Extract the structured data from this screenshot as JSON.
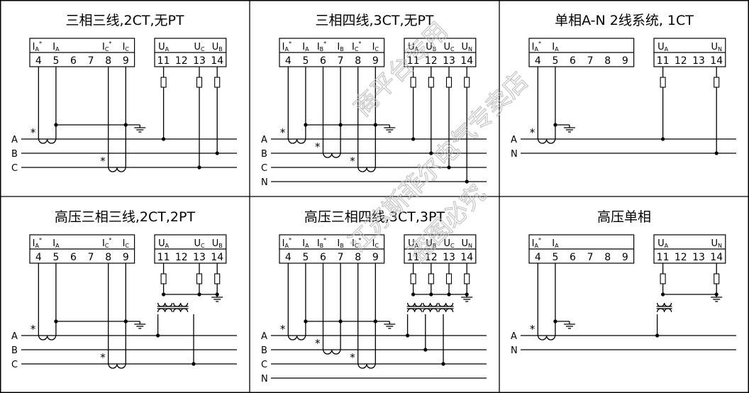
{
  "watermark": [
    "江苏斯菲尔电气专卖店",
    "商平台专用",
    "盗图必究"
  ],
  "panels": [
    {
      "title": "三相三线,2CT,无PT",
      "current_block": {
        "headers": [
          [
            "I",
            "A",
            "*"
          ],
          [
            "I",
            "A",
            ""
          ],
          [
            "",
            "",
            ""
          ],
          [
            "",
            "",
            ""
          ],
          [
            "I",
            "C",
            "*"
          ],
          [
            "I",
            "C",
            ""
          ]
        ],
        "terminals": [
          "4",
          "5",
          "6",
          "7",
          "8",
          "9"
        ]
      },
      "voltage_block": {
        "headers": [
          [
            "U",
            "A"
          ],
          [
            "",
            ""
          ],
          [
            "U",
            "C"
          ],
          [
            "U",
            "B"
          ]
        ],
        "terminals": [
          "11",
          "12",
          "13",
          "14"
        ]
      },
      "lines": [
        "A",
        "B",
        "C"
      ],
      "cts": [
        {
          "line": "A",
          "star": "*"
        },
        {
          "line": "C",
          "star": "*"
        }
      ]
    },
    {
      "title": "三相四线,3CT,无PT",
      "current_block": {
        "headers": [
          [
            "I",
            "A",
            "*"
          ],
          [
            "I",
            "A",
            ""
          ],
          [
            "I",
            "B",
            "*"
          ],
          [
            "I",
            "B",
            ""
          ],
          [
            "I",
            "C",
            "*"
          ],
          [
            "I",
            "C",
            ""
          ]
        ],
        "terminals": [
          "4",
          "5",
          "6",
          "7",
          "8",
          "9"
        ]
      },
      "voltage_block": {
        "headers": [
          [
            "U",
            "A"
          ],
          [
            "U",
            "B"
          ],
          [
            "U",
            "C"
          ],
          [
            "U",
            "N"
          ]
        ],
        "terminals": [
          "11",
          "12",
          "13",
          "14"
        ]
      },
      "lines": [
        "A",
        "B",
        "C",
        "N"
      ],
      "cts": [
        {
          "line": "A",
          "star": "*"
        },
        {
          "line": "B",
          "star": "*"
        },
        {
          "line": "C",
          "star": "*"
        }
      ]
    },
    {
      "title": "单相A-N 2线系统, 1CT",
      "current_block": {
        "headers": [
          [
            "I",
            "A",
            "*"
          ],
          [
            "I",
            "A",
            ""
          ],
          [
            "",
            "",
            ""
          ],
          [
            "",
            "",
            ""
          ],
          [
            "",
            "",
            ""
          ],
          [
            "",
            "",
            ""
          ]
        ],
        "terminals": [
          "4",
          "5",
          "6",
          "7",
          "8",
          "9"
        ]
      },
      "voltage_block": {
        "headers": [
          [
            "U",
            "A"
          ],
          [
            "",
            ""
          ],
          [
            "",
            ""
          ],
          [
            "U",
            "N"
          ]
        ],
        "terminals": [
          "11",
          "12",
          "13",
          "14"
        ]
      },
      "lines": [
        "A",
        "N"
      ],
      "cts": [
        {
          "line": "A",
          "star": "*"
        }
      ]
    },
    {
      "title": "高压三相三线,2CT,2PT",
      "current_block": {
        "headers": [
          [
            "I",
            "A",
            "*"
          ],
          [
            "I",
            "A",
            ""
          ],
          [
            "",
            "",
            ""
          ],
          [
            "",
            "",
            ""
          ],
          [
            "I",
            "C",
            "*"
          ],
          [
            "I",
            "C",
            ""
          ]
        ],
        "terminals": [
          "4",
          "5",
          "6",
          "7",
          "8",
          "9"
        ]
      },
      "voltage_block": {
        "headers": [
          [
            "U",
            "A"
          ],
          [
            "",
            ""
          ],
          [
            "U",
            "C"
          ],
          [
            "U",
            "B"
          ]
        ],
        "terminals": [
          "11",
          "12",
          "13",
          "14"
        ]
      },
      "lines": [
        "A",
        "B",
        "C"
      ],
      "cts": [
        {
          "line": "A",
          "star": "*"
        },
        {
          "line": "C",
          "star": "*"
        }
      ]
    },
    {
      "title": "高压三相四线,3CT,3PT",
      "current_block": {
        "headers": [
          [
            "I",
            "A",
            "*"
          ],
          [
            "I",
            "A",
            ""
          ],
          [
            "I",
            "B",
            "*"
          ],
          [
            "I",
            "B",
            ""
          ],
          [
            "I",
            "C",
            "*"
          ],
          [
            "I",
            "C",
            ""
          ]
        ],
        "terminals": [
          "4",
          "5",
          "6",
          "7",
          "8",
          "9"
        ]
      },
      "voltage_block": {
        "headers": [
          [
            "U",
            "A"
          ],
          [
            "U",
            "B"
          ],
          [
            "U",
            "C"
          ],
          [
            "U",
            "N"
          ]
        ],
        "terminals": [
          "11",
          "12",
          "13",
          "14"
        ]
      },
      "lines": [
        "A",
        "B",
        "C",
        "N"
      ],
      "cts": [
        {
          "line": "A",
          "star": "*"
        },
        {
          "line": "B",
          "star": "*"
        },
        {
          "line": "C",
          "star": "*"
        }
      ]
    },
    {
      "title": "高压单相",
      "current_block": {
        "headers": [
          [
            "I",
            "A",
            "*"
          ],
          [
            "I",
            "A",
            ""
          ],
          [
            "",
            "",
            ""
          ],
          [
            "",
            "",
            ""
          ],
          [
            "",
            "",
            ""
          ],
          [
            "",
            "",
            ""
          ]
        ],
        "terminals": [
          "4",
          "5",
          "6",
          "7",
          "8",
          "9"
        ]
      },
      "voltage_block": {
        "headers": [
          [
            "U",
            "A"
          ],
          [
            "",
            ""
          ],
          [
            "",
            ""
          ],
          [
            "U",
            "N"
          ]
        ],
        "terminals": [
          "11",
          "12",
          "13",
          "14"
        ]
      },
      "lines": [
        "A",
        "N"
      ],
      "cts": [
        {
          "line": "A",
          "star": "*"
        }
      ]
    }
  ]
}
